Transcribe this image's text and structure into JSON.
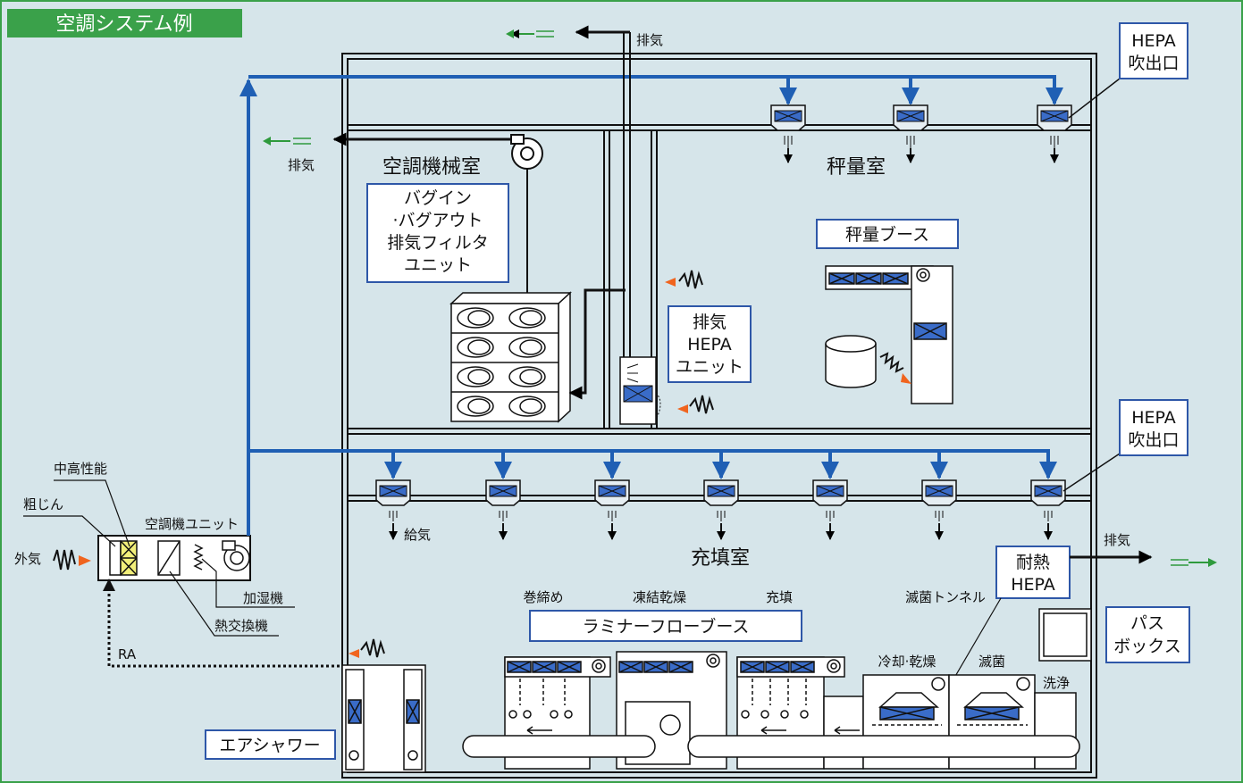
{
  "colors": {
    "background": "#d6e5ea",
    "frame_border": "#3aa14a",
    "title_tab": "#3aa14a",
    "supply_duct": "#1f5fb4",
    "exhaust": "#000000",
    "arrow_green": "#2e9a3c",
    "outside_air_arrow": "#f0641e",
    "filter_yellow": "#f2ef7a",
    "hepa_blue": "#3a6cc8",
    "box_border": "#2e57a8"
  },
  "title": "空調システム例",
  "rooms": {
    "mechanical": "空調機械室",
    "weighing": "秤量室",
    "filling": "充填室"
  },
  "labels": {
    "exhaust_top": "排気",
    "exhaust_left": "排気",
    "exhaust_right": "排気",
    "supply_air": "給気",
    "ra": "RA",
    "outside_air": "外気",
    "coarse": "粗じん",
    "mid_high": "中高性能",
    "ahu": "空調機ユニット",
    "humidifier": "加湿機",
    "heat_exchanger": "熱交換機",
    "roll_seal": "巻締め",
    "freeze_dry": "凍結乾燥",
    "filling": "充填",
    "sterile_tunnel": "滅菌トンネル",
    "cool_dry": "冷却·乾燥",
    "sterilize": "滅菌",
    "wash": "洗浄"
  },
  "boxes": {
    "bagin_line1": "バグイン",
    "bagin_line2": "·バグアウト",
    "bagin_line3": "排気フィルタ",
    "bagin_line4": "ユニット",
    "hepa_outlet_top_1": "HEPA",
    "hepa_outlet_top_2": "吹出口",
    "hepa_outlet_mid_1": "HEPA",
    "hepa_outlet_mid_2": "吹出口",
    "weighing_booth": "秤量ブース",
    "exhaust_hepa_1": "排気",
    "exhaust_hepa_2": "HEPA",
    "exhaust_hepa_3": "ユニット",
    "heat_hepa_1": "耐熱",
    "heat_hepa_2": "HEPA",
    "laminar": "ラミナーフローブース",
    "pass_box_1": "パス",
    "pass_box_2": "ボックス",
    "air_shower": "エアシャワー"
  }
}
